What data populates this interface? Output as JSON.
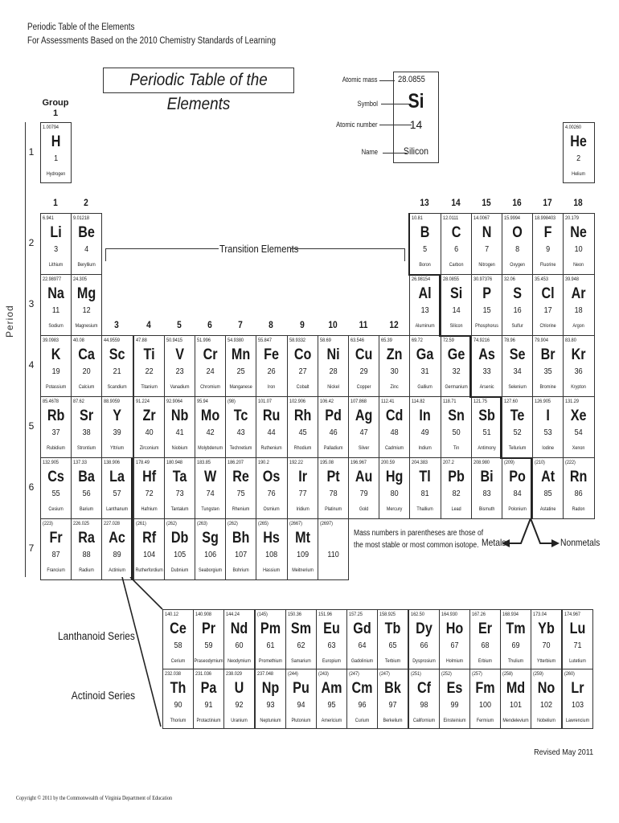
{
  "header": {
    "line1": "Periodic Table of the Elements",
    "line2": "For Assessments Based on the 2010 Chemistry Standards of Learning"
  },
  "title": "Periodic Table of the Elements",
  "group_label": "Group",
  "group_1": "1",
  "period_label": "Period",
  "legend": {
    "mass_label": "Atomic mass",
    "symbol_label": "Symbol",
    "number_label": "Atomic number",
    "name_label": "Name",
    "mass": "28.0855",
    "symbol": "Si",
    "number": "14",
    "name": "Silicon"
  },
  "groups": [
    "1",
    "2",
    "3",
    "4",
    "5",
    "6",
    "7",
    "8",
    "9",
    "10",
    "11",
    "12",
    "13",
    "14",
    "15",
    "16",
    "17",
    "18"
  ],
  "periods": [
    "1",
    "2",
    "3",
    "4",
    "5",
    "6",
    "7"
  ],
  "transition_label": "Transition Elements",
  "elements": [
    {
      "m": "1.00794",
      "s": "H",
      "n": "1",
      "nm": "Hydrogen",
      "r": 0,
      "c": 0
    },
    {
      "m": "4.00260",
      "s": "He",
      "n": "2",
      "nm": "Helium",
      "r": 0,
      "c": 17
    },
    {
      "m": "6.941",
      "s": "Li",
      "n": "3",
      "nm": "Lithium",
      "r": 1,
      "c": 0
    },
    {
      "m": "9.01218",
      "s": "Be",
      "n": "4",
      "nm": "Beryllium",
      "r": 1,
      "c": 1
    },
    {
      "m": "10.81",
      "s": "B",
      "n": "5",
      "nm": "Boron",
      "r": 1,
      "c": 12
    },
    {
      "m": "12.0111",
      "s": "C",
      "n": "6",
      "nm": "Carbon",
      "r": 1,
      "c": 13
    },
    {
      "m": "14.0067",
      "s": "N",
      "n": "7",
      "nm": "Nitrogen",
      "r": 1,
      "c": 14
    },
    {
      "m": "15.9994",
      "s": "O",
      "n": "8",
      "nm": "Oxygen",
      "r": 1,
      "c": 15
    },
    {
      "m": "18.998403",
      "s": "F",
      "n": "9",
      "nm": "Fluorine",
      "r": 1,
      "c": 16
    },
    {
      "m": "20.179",
      "s": "Ne",
      "n": "10",
      "nm": "Neon",
      "r": 1,
      "c": 17
    },
    {
      "m": "22.98977",
      "s": "Na",
      "n": "11",
      "nm": "Sodium",
      "r": 2,
      "c": 0
    },
    {
      "m": "24.305",
      "s": "Mg",
      "n": "12",
      "nm": "Magnesium",
      "r": 2,
      "c": 1
    },
    {
      "m": "26.98154",
      "s": "Al",
      "n": "13",
      "nm": "Aluminum",
      "r": 2,
      "c": 12
    },
    {
      "m": "28.0855",
      "s": "Si",
      "n": "14",
      "nm": "Silicon",
      "r": 2,
      "c": 13
    },
    {
      "m": "30.97376",
      "s": "P",
      "n": "15",
      "nm": "Phosphorus",
      "r": 2,
      "c": 14
    },
    {
      "m": "32.06",
      "s": "S",
      "n": "16",
      "nm": "Sulfur",
      "r": 2,
      "c": 15
    },
    {
      "m": "35.453",
      "s": "Cl",
      "n": "17",
      "nm": "Chlorine",
      "r": 2,
      "c": 16
    },
    {
      "m": "39.948",
      "s": "Ar",
      "n": "18",
      "nm": "Argon",
      "r": 2,
      "c": 17
    },
    {
      "m": "39.0983",
      "s": "K",
      "n": "19",
      "nm": "Potassium",
      "r": 3,
      "c": 0
    },
    {
      "m": "40.08",
      "s": "Ca",
      "n": "20",
      "nm": "Calcium",
      "r": 3,
      "c": 1
    },
    {
      "m": "44.9559",
      "s": "Sc",
      "n": "21",
      "nm": "Scandium",
      "r": 3,
      "c": 2
    },
    {
      "m": "47.88",
      "s": "Ti",
      "n": "22",
      "nm": "Titanium",
      "r": 3,
      "c": 3
    },
    {
      "m": "50.9415",
      "s": "V",
      "n": "23",
      "nm": "Vanadium",
      "r": 3,
      "c": 4
    },
    {
      "m": "51.996",
      "s": "Cr",
      "n": "24",
      "nm": "Chromium",
      "r": 3,
      "c": 5
    },
    {
      "m": "54.9380",
      "s": "Mn",
      "n": "25",
      "nm": "Manganese",
      "r": 3,
      "c": 6
    },
    {
      "m": "55.847",
      "s": "Fe",
      "n": "26",
      "nm": "Iron",
      "r": 3,
      "c": 7
    },
    {
      "m": "58.9332",
      "s": "Co",
      "n": "27",
      "nm": "Cobalt",
      "r": 3,
      "c": 8
    },
    {
      "m": "58.69",
      "s": "Ni",
      "n": "28",
      "nm": "Nickel",
      "r": 3,
      "c": 9
    },
    {
      "m": "63.546",
      "s": "Cu",
      "n": "29",
      "nm": "Copper",
      "r": 3,
      "c": 10
    },
    {
      "m": "65.39",
      "s": "Zn",
      "n": "30",
      "nm": "Zinc",
      "r": 3,
      "c": 11
    },
    {
      "m": "69.72",
      "s": "Ga",
      "n": "31",
      "nm": "Gallium",
      "r": 3,
      "c": 12
    },
    {
      "m": "72.59",
      "s": "Ge",
      "n": "32",
      "nm": "Germanium",
      "r": 3,
      "c": 13
    },
    {
      "m": "74.9216",
      "s": "As",
      "n": "33",
      "nm": "Arsenic",
      "r": 3,
      "c": 14
    },
    {
      "m": "78.96",
      "s": "Se",
      "n": "34",
      "nm": "Selenium",
      "r": 3,
      "c": 15
    },
    {
      "m": "79.904",
      "s": "Br",
      "n": "35",
      "nm": "Bromine",
      "r": 3,
      "c": 16
    },
    {
      "m": "83.80",
      "s": "Kr",
      "n": "36",
      "nm": "Krypton",
      "r": 3,
      "c": 17
    },
    {
      "m": "85.4678",
      "s": "Rb",
      "n": "37",
      "nm": "Rubidium",
      "r": 4,
      "c": 0
    },
    {
      "m": "87.62",
      "s": "Sr",
      "n": "38",
      "nm": "Strontium",
      "r": 4,
      "c": 1
    },
    {
      "m": "88.9059",
      "s": "Y",
      "n": "39",
      "nm": "Yttrium",
      "r": 4,
      "c": 2
    },
    {
      "m": "91.224",
      "s": "Zr",
      "n": "40",
      "nm": "Zirconium",
      "r": 4,
      "c": 3
    },
    {
      "m": "92.9064",
      "s": "Nb",
      "n": "41",
      "nm": "Niobium",
      "r": 4,
      "c": 4
    },
    {
      "m": "95.94",
      "s": "Mo",
      "n": "42",
      "nm": "Molybdenum",
      "r": 4,
      "c": 5
    },
    {
      "m": "(98)",
      "s": "Tc",
      "n": "43",
      "nm": "Technetium",
      "r": 4,
      "c": 6
    },
    {
      "m": "101.07",
      "s": "Ru",
      "n": "44",
      "nm": "Ruthenium",
      "r": 4,
      "c": 7
    },
    {
      "m": "102.906",
      "s": "Rh",
      "n": "45",
      "nm": "Rhodium",
      "r": 4,
      "c": 8
    },
    {
      "m": "106.42",
      "s": "Pd",
      "n": "46",
      "nm": "Palladium",
      "r": 4,
      "c": 9
    },
    {
      "m": "107.868",
      "s": "Ag",
      "n": "47",
      "nm": "Silver",
      "r": 4,
      "c": 10
    },
    {
      "m": "112.41",
      "s": "Cd",
      "n": "48",
      "nm": "Cadmium",
      "r": 4,
      "c": 11
    },
    {
      "m": "114.82",
      "s": "In",
      "n": "49",
      "nm": "Indium",
      "r": 4,
      "c": 12
    },
    {
      "m": "118.71",
      "s": "Sn",
      "n": "50",
      "nm": "Tin",
      "r": 4,
      "c": 13
    },
    {
      "m": "121.75",
      "s": "Sb",
      "n": "51",
      "nm": "Antimony",
      "r": 4,
      "c": 14
    },
    {
      "m": "127.60",
      "s": "Te",
      "n": "52",
      "nm": "Tellurium",
      "r": 4,
      "c": 15
    },
    {
      "m": "126.905",
      "s": "I",
      "n": "53",
      "nm": "Iodine",
      "r": 4,
      "c": 16
    },
    {
      "m": "131.29",
      "s": "Xe",
      "n": "54",
      "nm": "Xenon",
      "r": 4,
      "c": 17
    },
    {
      "m": "132.905",
      "s": "Cs",
      "n": "55",
      "nm": "Cesium",
      "r": 5,
      "c": 0
    },
    {
      "m": "137.33",
      "s": "Ba",
      "n": "56",
      "nm": "Barium",
      "r": 5,
      "c": 1
    },
    {
      "m": "138.906",
      "s": "La",
      "n": "57",
      "nm": "Lanthanum",
      "r": 5,
      "c": 2
    },
    {
      "m": "178.49",
      "s": "Hf",
      "n": "72",
      "nm": "Hafnium",
      "r": 5,
      "c": 3
    },
    {
      "m": "180.948",
      "s": "Ta",
      "n": "73",
      "nm": "Tantalum",
      "r": 5,
      "c": 4
    },
    {
      "m": "183.85",
      "s": "W",
      "n": "74",
      "nm": "Tungsten",
      "r": 5,
      "c": 5
    },
    {
      "m": "186.207",
      "s": "Re",
      "n": "75",
      "nm": "Rhenium",
      "r": 5,
      "c": 6
    },
    {
      "m": "190.2",
      "s": "Os",
      "n": "76",
      "nm": "Osmium",
      "r": 5,
      "c": 7
    },
    {
      "m": "192.22",
      "s": "Ir",
      "n": "77",
      "nm": "Iridium",
      "r": 5,
      "c": 8
    },
    {
      "m": "195.08",
      "s": "Pt",
      "n": "78",
      "nm": "Platinum",
      "r": 5,
      "c": 9
    },
    {
      "m": "196.967",
      "s": "Au",
      "n": "79",
      "nm": "Gold",
      "r": 5,
      "c": 10
    },
    {
      "m": "200.59",
      "s": "Hg",
      "n": "80",
      "nm": "Mercury",
      "r": 5,
      "c": 11
    },
    {
      "m": "204.383",
      "s": "Tl",
      "n": "81",
      "nm": "Thallium",
      "r": 5,
      "c": 12
    },
    {
      "m": "207.2",
      "s": "Pb",
      "n": "82",
      "nm": "Lead",
      "r": 5,
      "c": 13
    },
    {
      "m": "208.980",
      "s": "Bi",
      "n": "83",
      "nm": "Bismuth",
      "r": 5,
      "c": 14
    },
    {
      "m": "(209)",
      "s": "Po",
      "n": "84",
      "nm": "Polonium",
      "r": 5,
      "c": 15
    },
    {
      "m": "(210)",
      "s": "At",
      "n": "85",
      "nm": "Astatine",
      "r": 5,
      "c": 16
    },
    {
      "m": "(222)",
      "s": "Rn",
      "n": "86",
      "nm": "Radon",
      "r": 5,
      "c": 17
    },
    {
      "m": "(223)",
      "s": "Fr",
      "n": "87",
      "nm": "Francium",
      "r": 6,
      "c": 0
    },
    {
      "m": "226.025",
      "s": "Ra",
      "n": "88",
      "nm": "Radium",
      "r": 6,
      "c": 1
    },
    {
      "m": "227.028",
      "s": "Ac",
      "n": "89",
      "nm": "Actinium",
      "r": 6,
      "c": 2
    },
    {
      "m": "(261)",
      "s": "Rf",
      "n": "104",
      "nm": "Rutherfordium",
      "r": 6,
      "c": 3
    },
    {
      "m": "(262)",
      "s": "Db",
      "n": "105",
      "nm": "Dubnium",
      "r": 6,
      "c": 4
    },
    {
      "m": "(263)",
      "s": "Sg",
      "n": "106",
      "nm": "Seaborgium",
      "r": 6,
      "c": 5
    },
    {
      "m": "(262)",
      "s": "Bh",
      "n": "107",
      "nm": "Bohrium",
      "r": 6,
      "c": 6
    },
    {
      "m": "(265)",
      "s": "Hs",
      "n": "108",
      "nm": "Hassium",
      "r": 6,
      "c": 7
    },
    {
      "m": "(2667)",
      "s": "Mt",
      "n": "109",
      "nm": "Meitnerium",
      "r": 6,
      "c": 8
    },
    {
      "m": "(2697)",
      "s": "",
      "n": "110",
      "nm": "",
      "r": 6,
      "c": 9
    }
  ],
  "lanthanoid_label": "Lanthanoid Series",
  "actinoid_label": "Actinoid Series",
  "lanthanoids": [
    {
      "m": "140.12",
      "s": "Ce",
      "n": "58",
      "nm": "Cerium"
    },
    {
      "m": "140.908",
      "s": "Pr",
      "n": "59",
      "nm": "Praseodymium"
    },
    {
      "m": "144.24",
      "s": "Nd",
      "n": "60",
      "nm": "Neodymium"
    },
    {
      "m": "(145)",
      "s": "Pm",
      "n": "61",
      "nm": "Promethium"
    },
    {
      "m": "150.36",
      "s": "Sm",
      "n": "62",
      "nm": "Samarium"
    },
    {
      "m": "151.96",
      "s": "Eu",
      "n": "63",
      "nm": "Europium"
    },
    {
      "m": "157.25",
      "s": "Gd",
      "n": "64",
      "nm": "Gadolinium"
    },
    {
      "m": "158.925",
      "s": "Tb",
      "n": "65",
      "nm": "Terbium"
    },
    {
      "m": "162.50",
      "s": "Dy",
      "n": "66",
      "nm": "Dysprosium"
    },
    {
      "m": "164.930",
      "s": "Ho",
      "n": "67",
      "nm": "Holmium"
    },
    {
      "m": "167.26",
      "s": "Er",
      "n": "68",
      "nm": "Erbium"
    },
    {
      "m": "168.934",
      "s": "Tm",
      "n": "69",
      "nm": "Thulium"
    },
    {
      "m": "173.04",
      "s": "Yb",
      "n": "70",
      "nm": "Ytterbium"
    },
    {
      "m": "174.967",
      "s": "Lu",
      "n": "71",
      "nm": "Lutetium"
    }
  ],
  "actinoids": [
    {
      "m": "232.038",
      "s": "Th",
      "n": "90",
      "nm": "Thorium"
    },
    {
      "m": "231.036",
      "s": "Pa",
      "n": "91",
      "nm": "Protactinium"
    },
    {
      "m": "238.029",
      "s": "U",
      "n": "92",
      "nm": "Uranium"
    },
    {
      "m": "237.048",
      "s": "Np",
      "n": "93",
      "nm": "Neptunium"
    },
    {
      "m": "(244)",
      "s": "Pu",
      "n": "94",
      "nm": "Plutonium"
    },
    {
      "m": "(243)",
      "s": "Am",
      "n": "95",
      "nm": "Americium"
    },
    {
      "m": "(247)",
      "s": "Cm",
      "n": "96",
      "nm": "Curium"
    },
    {
      "m": "(247)",
      "s": "Bk",
      "n": "97",
      "nm": "Berkelium"
    },
    {
      "m": "(251)",
      "s": "Cf",
      "n": "98",
      "nm": "Californium"
    },
    {
      "m": "(252)",
      "s": "Es",
      "n": "99",
      "nm": "Einsteinium"
    },
    {
      "m": "(257)",
      "s": "Fm",
      "n": "100",
      "nm": "Fermium"
    },
    {
      "m": "(258)",
      "s": "Md",
      "n": "101",
      "nm": "Mendelevium"
    },
    {
      "m": "(259)",
      "s": "No",
      "n": "102",
      "nm": "Nobelium"
    },
    {
      "m": "(260)",
      "s": "Lr",
      "n": "103",
      "nm": "Lawrencium"
    }
  ],
  "note_line1": "Mass numbers in parentheses are those of",
  "note_line2": "the most stable or most common isotope.",
  "metals_label": "Metals",
  "nonmetals_label": "Nonmetals",
  "revised": "Revised May 2011",
  "copyright": "Copyright © 2011 by the Commonwealth of Virginia Department of Education"
}
